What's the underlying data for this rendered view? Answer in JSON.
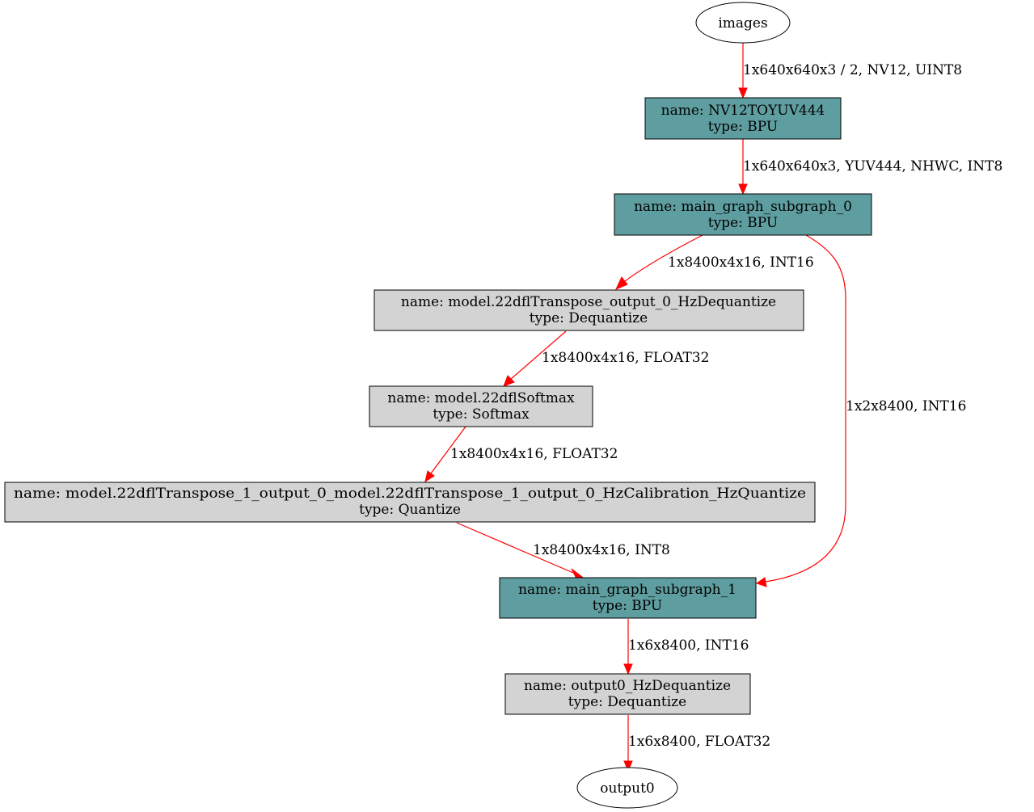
{
  "colors": {
    "bpu_fill": "#5f9ea0",
    "cpu_fill": "#d3d3d3",
    "io_fill": "#ffffff",
    "edge": "#ff0000",
    "stroke": "#000000"
  },
  "inputs": {
    "images": "images"
  },
  "outputs": {
    "output0": "output0"
  },
  "nodes": {
    "nv12": {
      "name": "name: NV12TOYUV444",
      "type": "type: BPU"
    },
    "subgraph0": {
      "name": "name: main_graph_subgraph_0",
      "type": "type: BPU"
    },
    "dequant_transpose": {
      "name": "name: model.22dflTranspose_output_0_HzDequantize",
      "type": "type: Dequantize"
    },
    "softmax": {
      "name": "name: model.22dflSoftmax",
      "type": "type: Softmax"
    },
    "quantize": {
      "name": "name: model.22dflTranspose_1_output_0_model.22dflTranspose_1_output_0_HzCalibration_HzQuantize",
      "type": "type: Quantize"
    },
    "subgraph1": {
      "name": "name: main_graph_subgraph_1",
      "type": "type: BPU"
    },
    "output_dequant": {
      "name": "name: output0_HzDequantize",
      "type": "type: Dequantize"
    }
  },
  "edges": {
    "images_to_nv12": "1x640x640x3 / 2, NV12, UINT8",
    "nv12_to_subgraph0": "1x640x640x3, YUV444, NHWC, INT8",
    "subgraph0_to_dequant": "1x8400x4x16, INT16",
    "subgraph0_to_subgraph1": "1x2x8400, INT16",
    "dequant_to_softmax": "1x8400x4x16, FLOAT32",
    "softmax_to_quantize": "1x8400x4x16, FLOAT32",
    "quantize_to_subgraph1": "1x8400x4x16, INT8",
    "subgraph1_to_output_dequant": "1x6x8400, INT16",
    "output_dequant_to_output0": "1x6x8400, FLOAT32"
  }
}
